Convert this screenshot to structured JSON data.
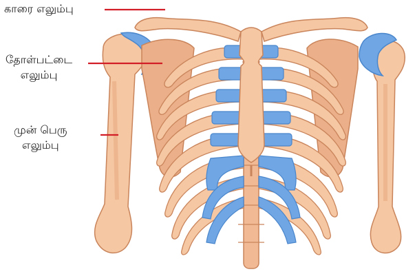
{
  "labels": {
    "clavicle": "காரை எலும்பு",
    "scapula_line1": "தோள்பட்டை",
    "scapula_line2": "எலும்பு",
    "humerus_line1": "முன் பெரு",
    "humerus_line2": "எலும்பு"
  },
  "colors": {
    "bone": "#F5C7A2",
    "bone_shade": "#E7A57C",
    "bone_outline": "#C9845B",
    "cartilage": "#6FA6E3",
    "cartilage_dark": "#4A86CC",
    "leader_line": "#D21F27"
  }
}
